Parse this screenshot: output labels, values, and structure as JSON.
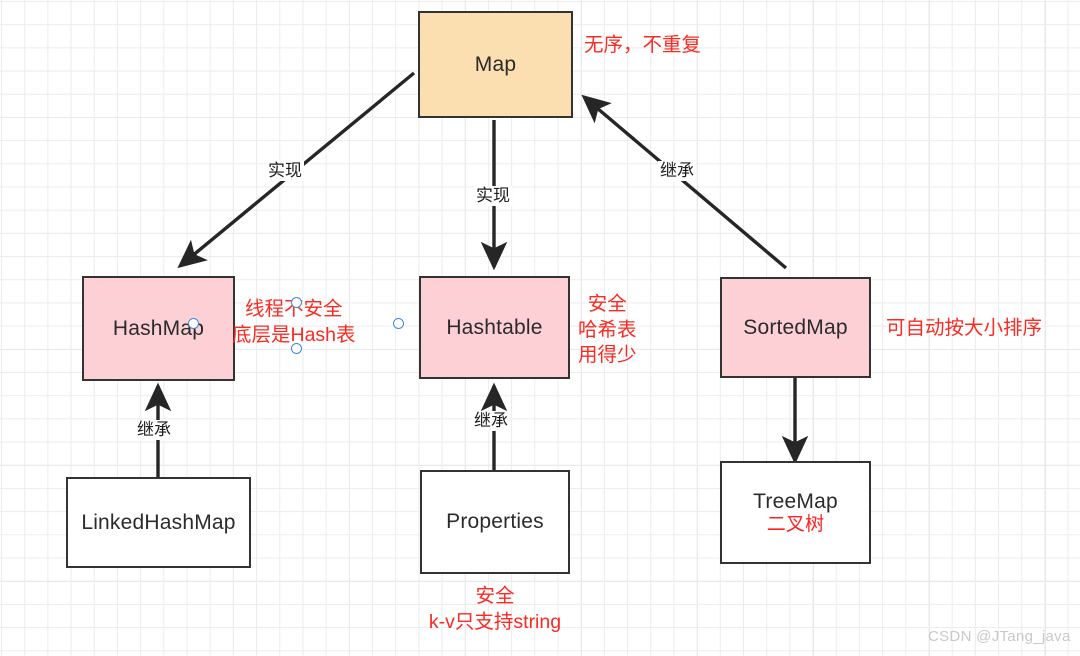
{
  "diagram": {
    "title": "Java Map interface hierarchy diagram",
    "colors": {
      "orange_fill": "#fbdfb0",
      "pink_fill": "#fcd0d4",
      "white_fill": "#ffffff",
      "border": "#333333",
      "annotation_red": "#fb2a22",
      "handle_blue": "#3c8ade",
      "grid_line": "#ececec",
      "watermark": "#c9c9c9"
    },
    "nodes": [
      {
        "id": "map",
        "label": "Map",
        "sub_label": ""
      },
      {
        "id": "hashmap",
        "label": "HashMap",
        "sub_label": ""
      },
      {
        "id": "hashtable",
        "label": "Hashtable",
        "sub_label": ""
      },
      {
        "id": "sortedmap",
        "label": "SortedMap",
        "sub_label": ""
      },
      {
        "id": "linkedhashmap",
        "label": "LinkedHashMap",
        "sub_label": ""
      },
      {
        "id": "properties",
        "label": "Properties",
        "sub_label": ""
      },
      {
        "id": "treemap",
        "label": "TreeMap",
        "sub_label": "二叉树"
      }
    ],
    "edge_labels": [
      {
        "id": "map-to-hashmap",
        "text": "实现"
      },
      {
        "id": "map-to-hashtable",
        "text": "实现"
      },
      {
        "id": "sortedmap-to-map",
        "text": "继承"
      },
      {
        "id": "linkedhashmap-to-hashmap",
        "text": "继承"
      },
      {
        "id": "properties-to-hashtable",
        "text": "继承"
      }
    ],
    "annotations": [
      {
        "id": "map-note",
        "lines": [
          "无序，不重复"
        ]
      },
      {
        "id": "hashmap-note",
        "lines": [
          "线程不安全",
          "底层是Hash表"
        ]
      },
      {
        "id": "hashtable-note",
        "lines": [
          "安全",
          "哈希表",
          "用得少"
        ]
      },
      {
        "id": "sortedmap-note",
        "lines": [
          "可自动按大小排序"
        ]
      },
      {
        "id": "properties-note",
        "lines": [
          "安全",
          "k-v只支持string"
        ]
      }
    ],
    "watermark": "CSDN @JTang_java"
  }
}
